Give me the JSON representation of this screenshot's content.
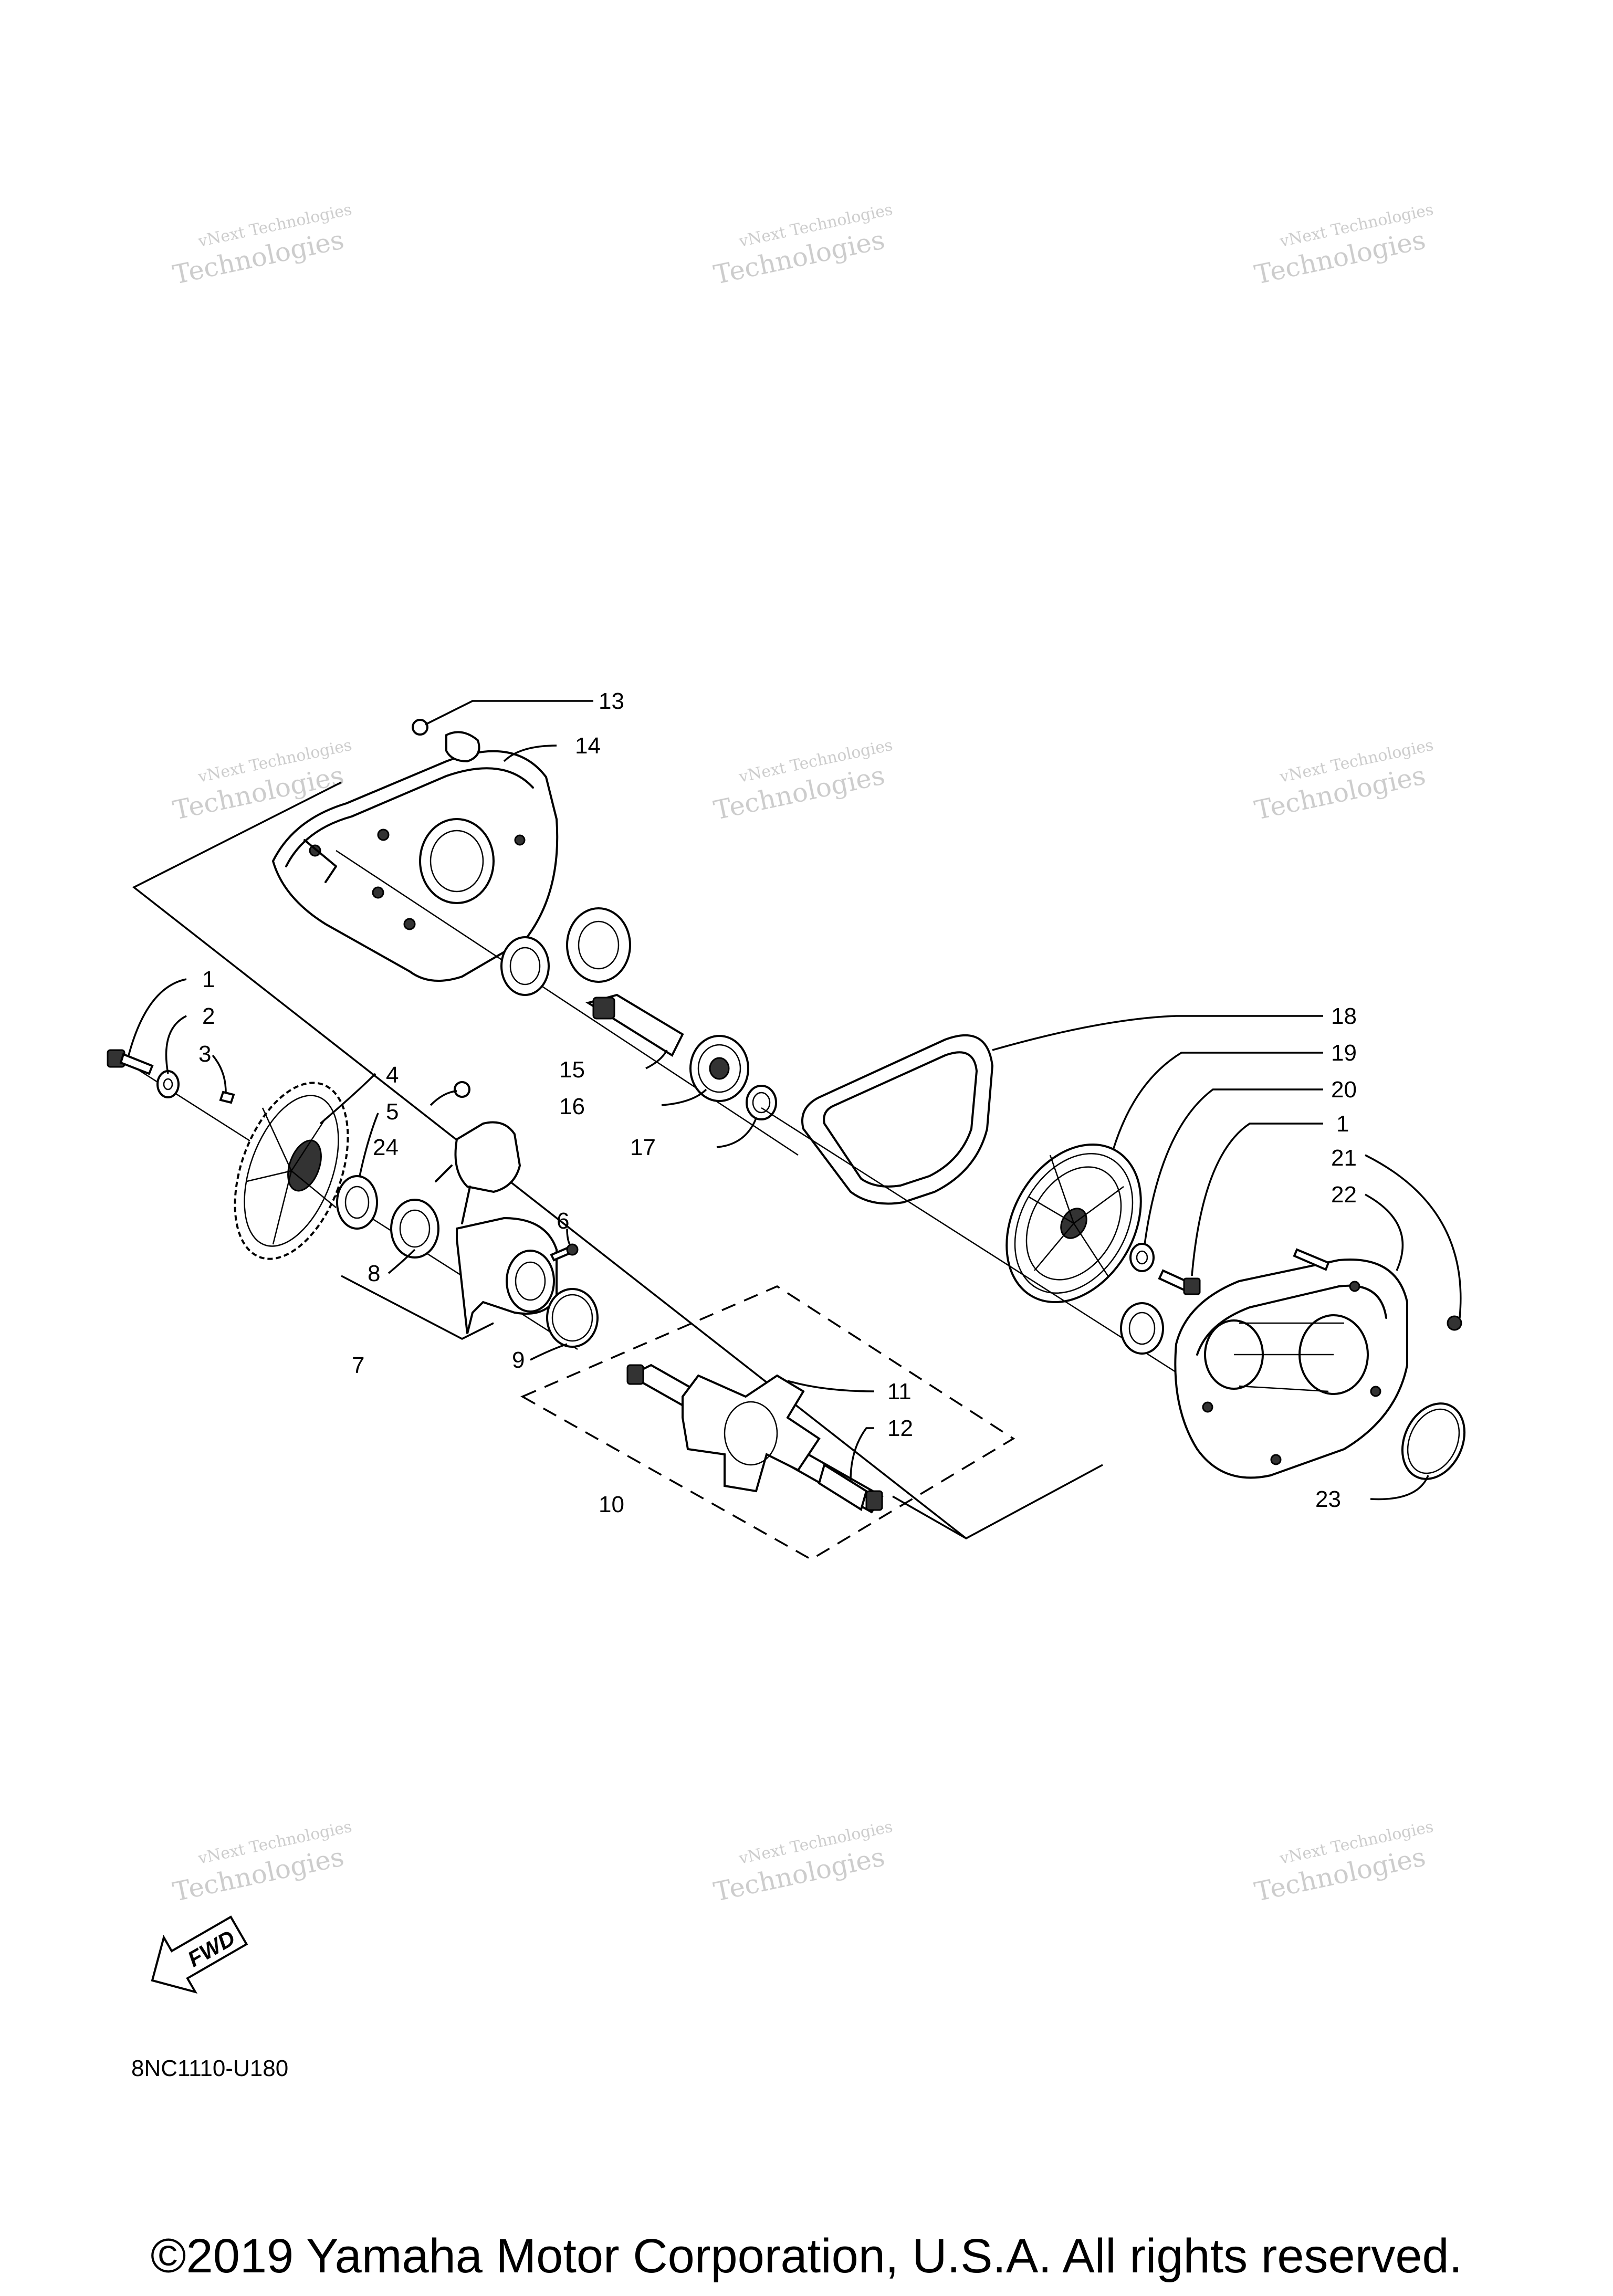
{
  "watermark": {
    "line1": "vNext Technologies",
    "line2": "Technologies"
  },
  "callouts": [
    "1",
    "2",
    "3",
    "4",
    "5",
    "6",
    "7",
    "8",
    "9",
    "10",
    "11",
    "12",
    "13",
    "14",
    "15",
    "16",
    "17",
    "18",
    "19",
    "20",
    "1",
    "21",
    "22",
    "23",
    "24"
  ],
  "fwd_label": "FWD",
  "diagram_code": "8NC1110-U180",
  "copyright": "©2019 Yamaha Motor Corporation, U.S.A. All rights reserved."
}
